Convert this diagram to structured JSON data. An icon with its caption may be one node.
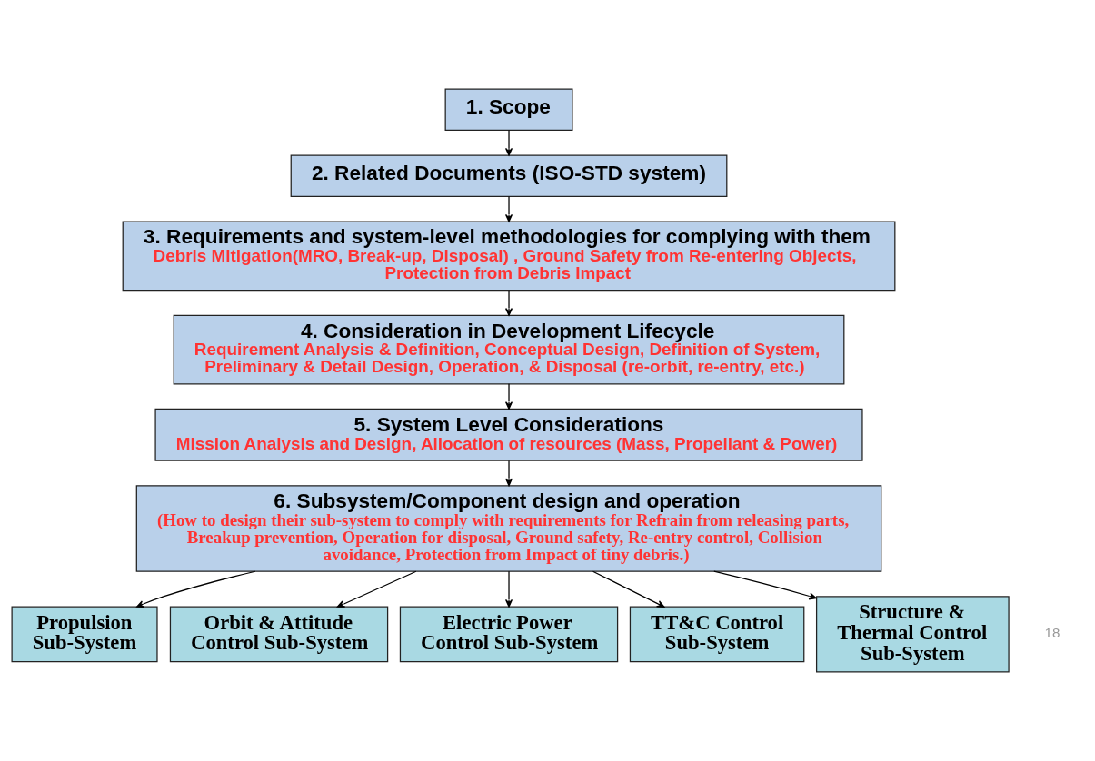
{
  "diagram": {
    "nodes": [
      {
        "text": [
          "1. Scope"
        ]
      },
      {
        "text": [
          "2. Related Documents (ISO-STD system)"
        ]
      },
      {
        "text": [
          "3. Requirements and system-level methodologies for complying with them",
          "Debris Mitigation(MRO, Break-up, Disposal) , Ground Safety from Re-entering Objects, Protection from Debris Impact"
        ]
      },
      {
        "text": [
          "4. Consideration in Development Lifecycle",
          "Requirement Analysis & Definition, Conceptual Design, Definition of System, Preliminary & Detail Design, Operation, & Disposal (re-orbit, re-entry, etc.)"
        ]
      },
      {
        "text": [
          "5. System Level Considerations",
          "Mission Analysis and Design, Allocation of resources (Mass, Propellant & Power)"
        ]
      },
      {
        "text": [
          "6. Subsystem/Component design and operation",
          "(How to design their sub-system to comply with requirements for Refrain from releasing parts, Breakup prevention, Operation for disposal, Ground safety, Re-entry control, Collision avoidance, Protection from Impact of tiny debris.)"
        ]
      },
      {
        "text": [
          "Propulsion Sub-System"
        ]
      },
      {
        "text": [
          "Orbit & Attitude Control Sub-System"
        ]
      },
      {
        "text": [
          "Electric Power Control Sub-System"
        ]
      },
      {
        "text": [
          "TT&C Control Sub-System"
        ]
      },
      {
        "text": [
          "Structure & Thermal Control Sub-System"
        ]
      }
    ],
    "edges": [
      {
        "from": 0,
        "to": 1,
        "arrow": "to"
      },
      {
        "from": 1,
        "to": 2,
        "arrow": "to"
      },
      {
        "from": 2,
        "to": 3,
        "arrow": "to"
      },
      {
        "from": 3,
        "to": 4,
        "arrow": "to"
      },
      {
        "from": 4,
        "to": 5,
        "arrow": "to"
      },
      {
        "from": 5,
        "to": 6,
        "arrow": "to"
      },
      {
        "from": 5,
        "to": 7,
        "arrow": "to"
      },
      {
        "from": 5,
        "to": 8,
        "arrow": "to"
      },
      {
        "from": 5,
        "to": 9,
        "arrow": "to"
      },
      {
        "from": 5,
        "to": 10,
        "arrow": "to"
      }
    ],
    "labels": [
      "18"
    ]
  }
}
